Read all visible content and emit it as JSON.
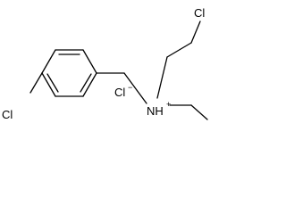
{
  "molecule": {
    "ring_chlorine": "Cl",
    "chain_chlorine": "Cl",
    "counter_ion": {
      "symbol": "Cl",
      "charge": "−"
    },
    "ammonium": {
      "symbol": "NH",
      "charge": "+"
    }
  }
}
